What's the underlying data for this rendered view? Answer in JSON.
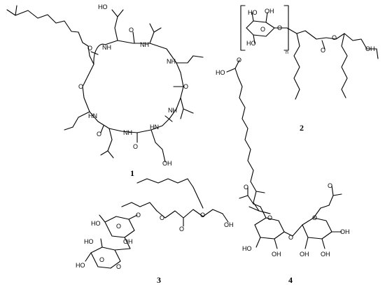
{
  "compound_labels": {
    "c1": "1",
    "c2": "2",
    "c3": "3",
    "c4": "4"
  },
  "atoms": {
    "nh": "NH",
    "hn": "HN",
    "o": "O",
    "oh": "OH",
    "ho": "HO",
    "cooh_left": "HO",
    "cooh_right": "OH",
    "repeat_index": "n"
  }
}
